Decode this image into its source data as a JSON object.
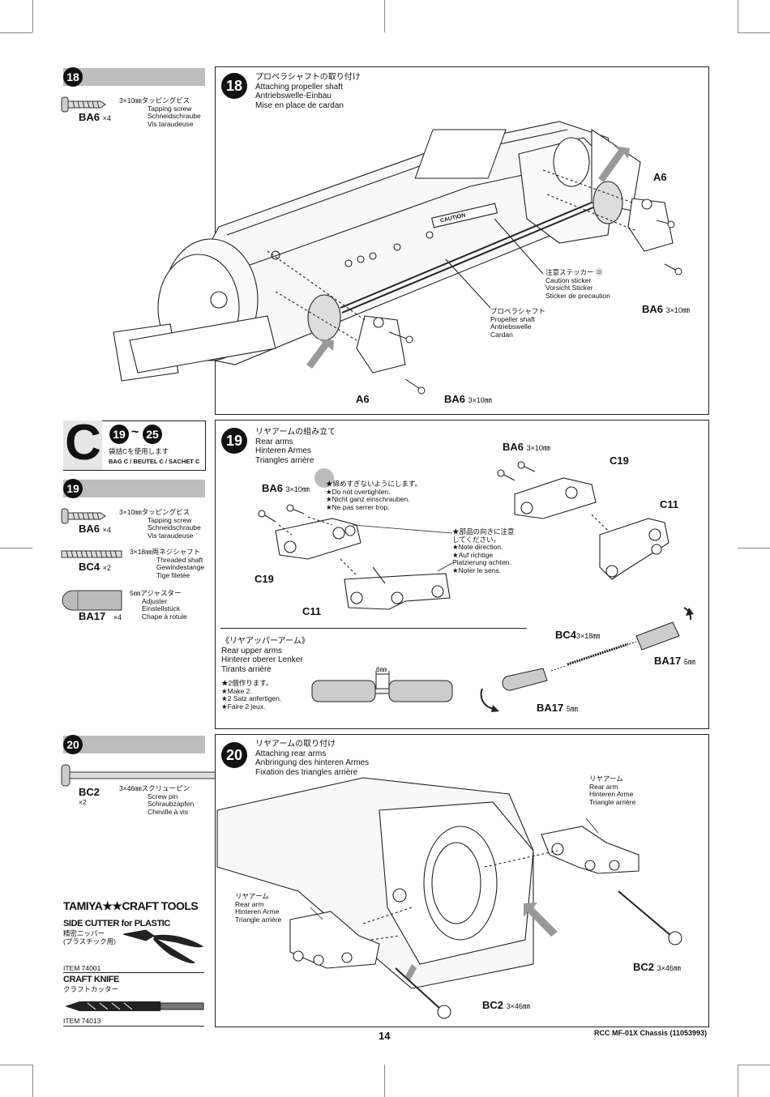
{
  "page": {
    "number": "14",
    "footer_right": "RCC MF-01X Chassis (11053993)"
  },
  "step18": {
    "num": "18",
    "parts": {
      "name": "BA6",
      "qty": "×4",
      "desc": [
        "3×10㎜タッピングビス",
        "Tapping screw",
        "Schneidschraube",
        "Vis taraudeuse"
      ]
    },
    "heading": [
      "プロペラシャフトの取り付け",
      "Attaching propeller shaft",
      "Antriebswelle-Einbau",
      "Mise en place de cardan"
    ],
    "labels": {
      "a6_top": "A6",
      "a6_bottom": "A6",
      "ba6_right": "BA6",
      "ba6_right_size": "3×10㎜",
      "ba6_bottom": "BA6",
      "ba6_bottom_size": "3×10㎜",
      "caution": [
        "注意ステッカー Ⓓ",
        "Caution sticker",
        "Vorsicht Sticker",
        "Sticker de precaution"
      ],
      "shaft": [
        "プロペラシャフト",
        "Propeller shaft",
        "Antriebswelle",
        "Cardan"
      ],
      "sticker_on_model": "CAUTION"
    }
  },
  "bagC": {
    "letter": "C",
    "range_from": "19",
    "range_sep": "~",
    "range_to": "25",
    "jp": "袋詰Cを使用します",
    "eu": "BAG C / BEUTEL C / SACHET C"
  },
  "step19": {
    "num": "19",
    "parts": [
      {
        "name": "BA6",
        "qty": "×4",
        "desc": [
          "3×10㎜タッピングビス",
          "Tapping screw",
          "Schneidschraube",
          "Vis taraudeuse"
        ]
      },
      {
        "name": "BC4",
        "qty": "×2",
        "desc": [
          "3×18㎜両ネジシャフト",
          "Threaded shaft",
          "Gewindestange",
          "Tige filetée"
        ]
      },
      {
        "name": "BA17",
        "qty": "×4",
        "desc": [
          "5㎜アジャスター",
          "Adjuster",
          "Einstellstück",
          "Chape à rotule"
        ]
      }
    ],
    "heading": [
      "リヤアームの組み立て",
      "Rear arms",
      "Hinteren Armes",
      "Triangles arrière"
    ],
    "note_tight": [
      "★締めすぎないようにします。",
      "★Do not overtighten.",
      "★Nicht ganz einschrauben.",
      "★Ne pas serrer trop."
    ],
    "note_dir": [
      "★部品の向きに注意",
      "してください。",
      "★Note direction.",
      "★Auf richtige",
      "Platzierung achten.",
      "★Noter le sens."
    ],
    "labels": {
      "ba6_left": "BA6",
      "ba6_left_size": "3×10㎜",
      "c19_left": "C19",
      "c11_left": "C11",
      "ba6_right": "BA6",
      "ba6_right_size": "3×10㎜",
      "c19_right": "C19",
      "c11_right": "C11"
    },
    "upper": {
      "title": [
        "《リヤアッパーアーム》",
        "Rear upper arms",
        "Hinterer oberer Lenker",
        "Tirants arrière"
      ],
      "make": [
        "★2個作ります。",
        "★Make 2.",
        "★2 Satz anfertigen.",
        "★Faire 2 jeux."
      ],
      "gap": "6㎜",
      "bc4": "BC4",
      "bc4_size": "3×18㎜",
      "ba17a": "BA17",
      "ba17a_size": "5㎜",
      "ba17b": "BA17",
      "ba17b_size": "5㎜"
    }
  },
  "step20": {
    "num": "20",
    "parts": {
      "name": "BC2",
      "qty": "×2",
      "desc": [
        "3×46㎜スクリューピン",
        "Screw pin",
        "Schraubzapfen",
        "Cheville à vis"
      ]
    },
    "heading": [
      "リヤアームの取り付け",
      "Attaching rear arms",
      "Anbringung des hinteren Armes",
      "Fixation des triangles arrière"
    ],
    "labels": {
      "arm_right": [
        "リヤアーム",
        "Rear arm",
        "Hinteren Arme",
        "Triangle arrière"
      ],
      "arm_left": [
        "リヤアーム",
        "Rear arm",
        "Hinteren Arme",
        "Triangle arrière"
      ],
      "bc2_right": "BC2",
      "bc2_right_size": "3×46㎜",
      "bc2_bottom": "BC2",
      "bc2_bottom_size": "3×46㎜"
    }
  },
  "tools": {
    "brand": "TAMIYA★★CRAFT TOOLS",
    "cutter_title": "SIDE CUTTER for PLASTIC",
    "cutter_jp": [
      "精密ニッパー",
      "(プラスチック用)"
    ],
    "cutter_item": "ITEM 74001",
    "knife_title": "CRAFT KNIFE",
    "knife_jp": "クラフトカッター",
    "knife_item": "ITEM 74013"
  }
}
